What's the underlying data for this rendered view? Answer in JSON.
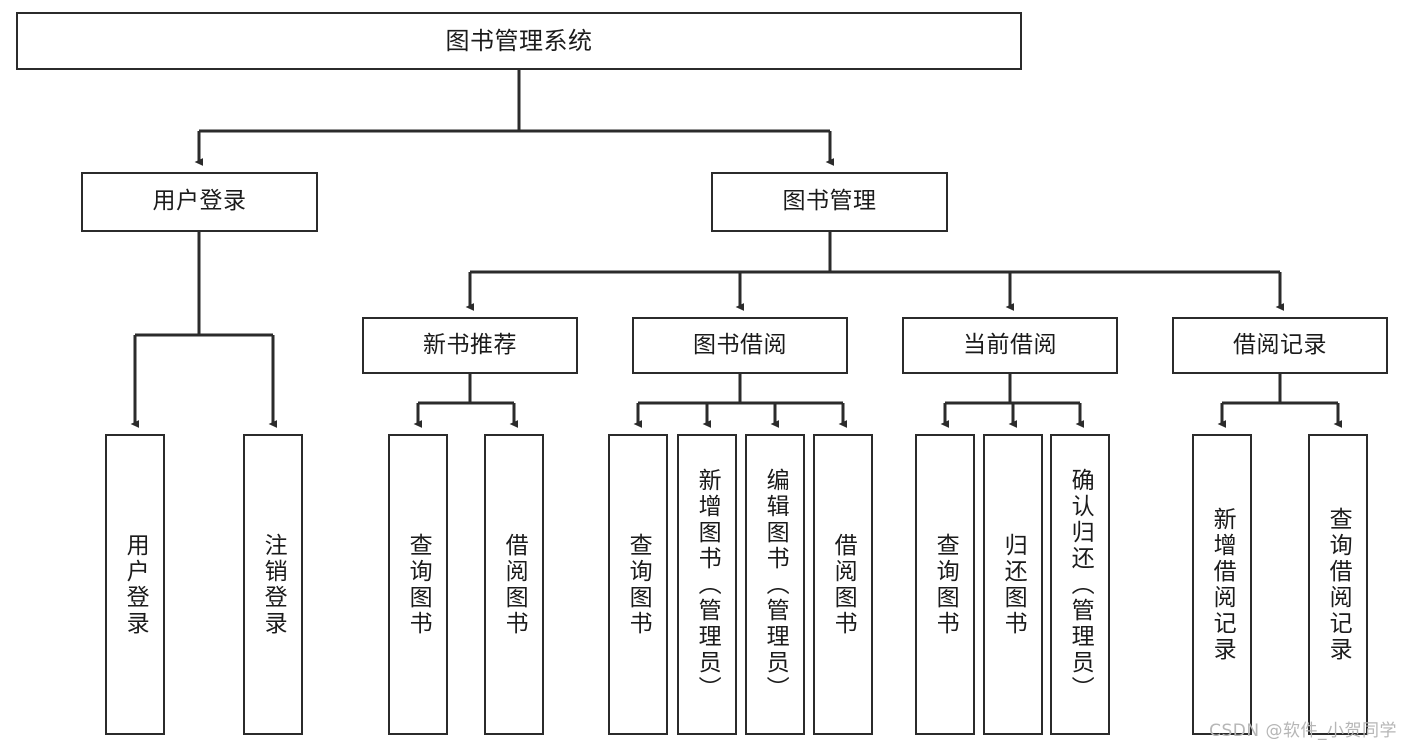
{
  "diagram": {
    "title": "图书管理系统",
    "type": "tree",
    "background_color": "#ffffff",
    "line_color": "#2b2b2b",
    "text_color": "#1b1b1b",
    "watermark": "CSDN @软件_小贺同学",
    "nodes": {
      "root": {
        "label": "图书管理系统"
      },
      "level2": [
        {
          "id": "user-login",
          "label": "用户登录"
        },
        {
          "id": "book-manage",
          "label": "图书管理"
        }
      ],
      "level3": [
        {
          "id": "new-book-recommend",
          "label": "新书推荐"
        },
        {
          "id": "book-borrow",
          "label": "图书借阅"
        },
        {
          "id": "current-borrow",
          "label": "当前借阅"
        },
        {
          "id": "borrow-record",
          "label": "借阅记录"
        }
      ],
      "leaves": {
        "user_login": [
          {
            "id": "leaf-user-login",
            "label": "用户登录"
          },
          {
            "id": "leaf-logout",
            "label": "注销登录"
          }
        ],
        "new_book_recommend": [
          {
            "id": "leaf-query-book-1",
            "label": "查询图书"
          },
          {
            "id": "leaf-borrow-book-1",
            "label": "借阅图书"
          }
        ],
        "book_borrow": [
          {
            "id": "leaf-query-book-2",
            "label": "查询图书"
          },
          {
            "id": "leaf-add-book",
            "label": "新增图书（管理员）"
          },
          {
            "id": "leaf-edit-book",
            "label": "编辑图书（管理员）"
          },
          {
            "id": "leaf-borrow-book-2",
            "label": "借阅图书"
          }
        ],
        "current_borrow": [
          {
            "id": "leaf-query-book-3",
            "label": "查询图书"
          },
          {
            "id": "leaf-return-book",
            "label": "归还图书"
          },
          {
            "id": "leaf-confirm-return",
            "label": "确认归还（管理员）"
          }
        ],
        "borrow_record": [
          {
            "id": "leaf-add-record",
            "label": "新增借阅记录"
          },
          {
            "id": "leaf-query-record",
            "label": "查询借阅记录"
          }
        ]
      }
    }
  }
}
